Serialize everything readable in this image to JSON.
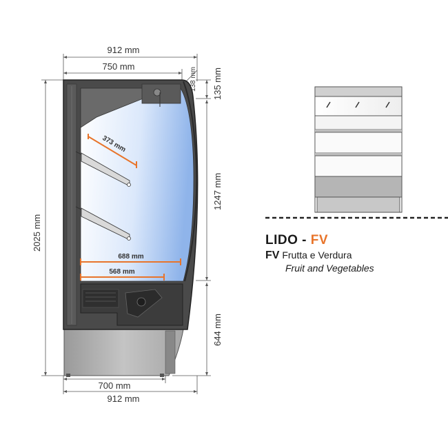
{
  "dimensions": {
    "top_outer_width": "912 mm",
    "top_inner_width": "750 mm",
    "small_offset": "138 mm",
    "top_height": "135 mm",
    "total_height": "2025 mm",
    "display_height": "1247 mm",
    "base_height": "644 mm",
    "bottom_inner_width": "700 mm",
    "bottom_outer_width": "912 mm",
    "shelf_depth": "373 mm",
    "display_depth": "688 mm",
    "base_shelf_depth": "568 mm"
  },
  "legend": {
    "model": "LIDO",
    "separator": " - ",
    "variant": "FV",
    "variant_code": "FV",
    "variant_name_it": "Frutta e Verdura",
    "variant_name_en": "Fruit and Vegetables"
  },
  "colors": {
    "accent": "#e8742a",
    "glass_light": "#ffffff",
    "glass_blue": "#8fb4ea",
    "cabinet_dark": "#4a4a4a",
    "base_grey": "#b5b5b5"
  }
}
